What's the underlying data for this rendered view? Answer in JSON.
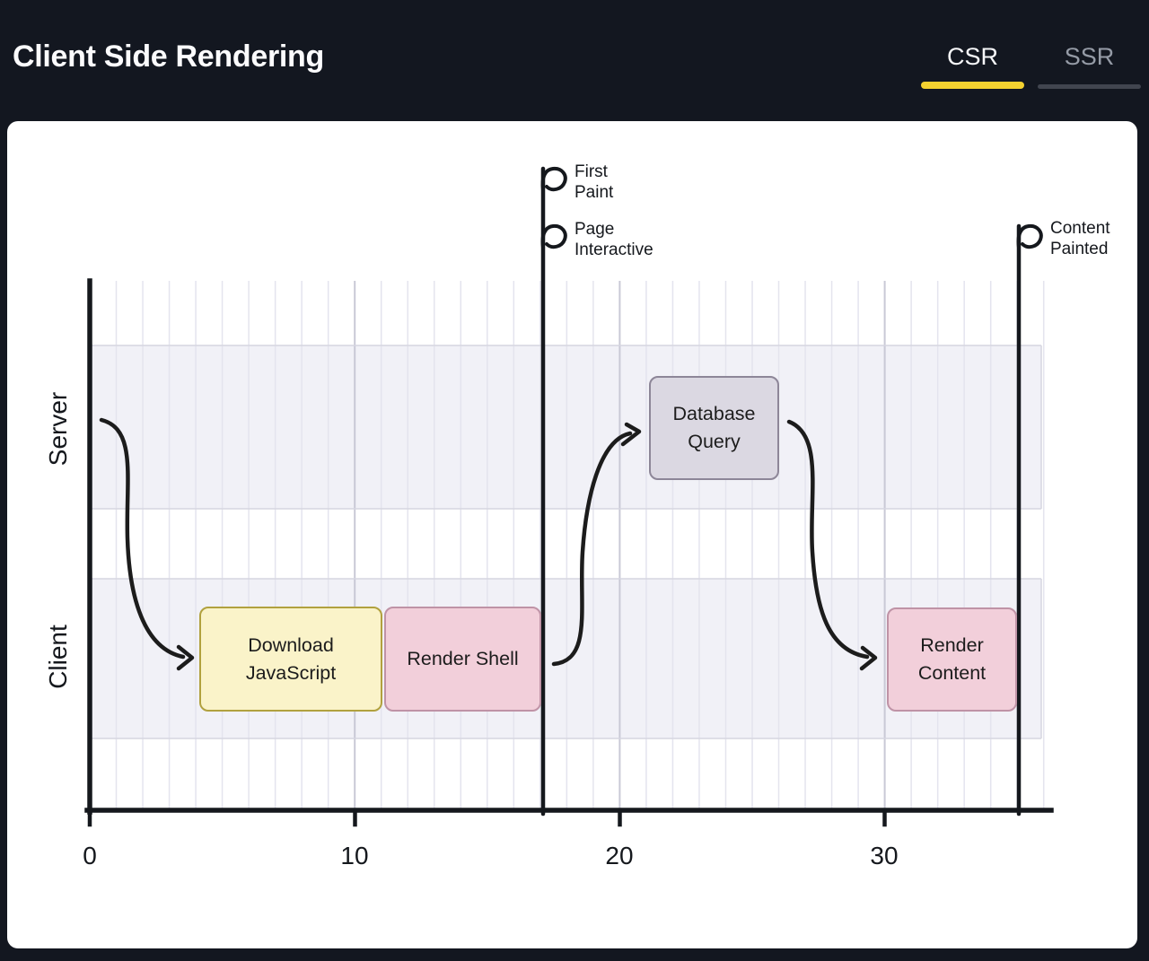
{
  "header": {
    "title": "Client Side Rendering",
    "tabs": [
      {
        "label": "CSR",
        "active": true
      },
      {
        "label": "SSR",
        "active": false
      }
    ]
  },
  "colors": {
    "background": "#131720",
    "panel": "#ffffff",
    "accent_yellow": "#f5d230",
    "inactive_underline": "#41454f",
    "task_yellow_fill": "#faf3c9",
    "task_yellow_border": "#b1a13e",
    "task_pink_fill": "#f2cfda",
    "task_pink_border": "#bf93a6",
    "task_purple_fill": "#dbd8e2",
    "task_purple_border": "#8d8698",
    "lane_band_fill": "#f1f1f7",
    "ink": "#15181d"
  },
  "chart_data": {
    "type": "timeline",
    "lanes": [
      "Server",
      "Client"
    ],
    "x_ticks": [
      "0",
      "10",
      "20",
      "30"
    ],
    "x_range": [
      0,
      36
    ],
    "tasks": [
      {
        "label": "Download JavaScript",
        "lane": "Client",
        "start": 4,
        "end": 11,
        "color": "yellow"
      },
      {
        "label": "Render Shell",
        "lane": "Client",
        "start": 11,
        "end": 17,
        "color": "pink"
      },
      {
        "label": "Database Query",
        "lane": "Server",
        "start": 21,
        "end": 26,
        "color": "purple"
      },
      {
        "label": "Render Content",
        "lane": "Client",
        "start": 30,
        "end": 35,
        "color": "pink"
      }
    ],
    "milestones": [
      {
        "label": "First Paint",
        "time": 17
      },
      {
        "label": "Page Interactive",
        "time": 17
      },
      {
        "label": "Content Painted",
        "time": 35
      }
    ],
    "arrows": [
      {
        "from": "timeline-start",
        "to": "Download JavaScript"
      },
      {
        "from": "Render Shell",
        "to": "Database Query"
      },
      {
        "from": "Database Query",
        "to": "Render Content"
      }
    ]
  }
}
